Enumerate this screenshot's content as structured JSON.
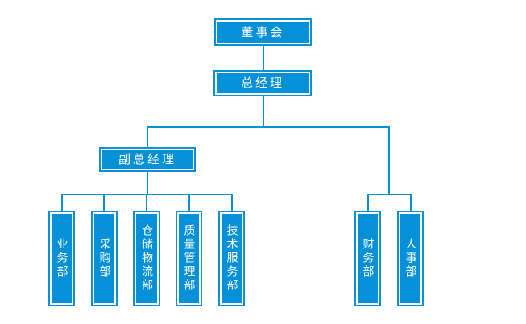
{
  "chart": {
    "type": "org_chart",
    "colors": {
      "node_fill": "#0590d8",
      "connector": "#0590d8",
      "node_inner_outline": "#ffffff",
      "node_text": "#ffffff",
      "background": "#ffffff"
    },
    "nodes": {
      "board": {
        "label": "董事会",
        "level": 1
      },
      "general_manager": {
        "label": "总经理",
        "level": 2
      },
      "deputy_general_manager": {
        "label": "副总经理",
        "level": 3
      },
      "dgm_departments": [
        {
          "label": "业务部"
        },
        {
          "label": "采购部"
        },
        {
          "label": "仓储物流部"
        },
        {
          "label": "质量管理部"
        },
        {
          "label": "技术服务部"
        }
      ],
      "gm_departments": [
        {
          "label": "财务部"
        },
        {
          "label": "人事部"
        }
      ]
    },
    "edges": [
      "董事会 → 总经理",
      "总经理 → 副总经理",
      "总经理 → 财务部",
      "总经理 → 人事部",
      "副总经理 → 业务部",
      "副总经理 → 采购部",
      "副总经理 → 仓储物流部",
      "副总经理 → 质量管理部",
      "副总经理 → 技术服务部"
    ]
  }
}
